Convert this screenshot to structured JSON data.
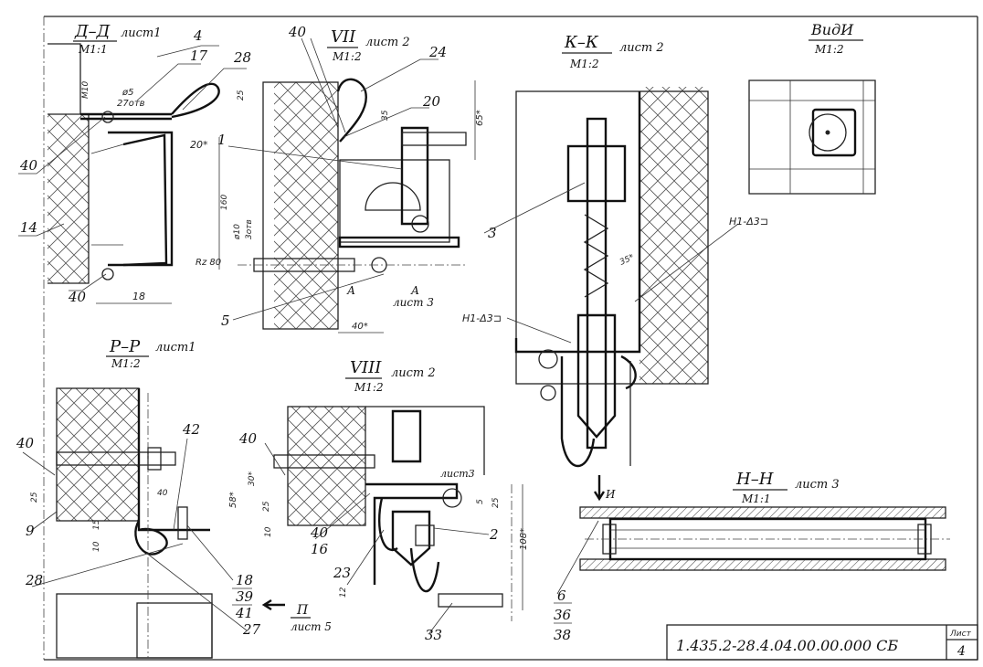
{
  "views": {
    "dd": {
      "title": "Д–Д",
      "sheet": "лист1",
      "scale": "М1:1"
    },
    "vii": {
      "title": "VII",
      "sheet": "лист 2",
      "scale": "М1:2"
    },
    "kk": {
      "title": "К–К",
      "sheet": "лист 2",
      "scale": "М1:2"
    },
    "vidI": {
      "title": "ВидИ",
      "scale": "М1:2"
    },
    "pp": {
      "title": "Р–Р",
      "sheet": "лист1",
      "scale": "М1:2"
    },
    "viii": {
      "title": "VIII",
      "sheet": "лист 2",
      "scale": "М1:2"
    },
    "hh": {
      "title": "Н–Н",
      "sheet": "лист 3",
      "scale": "М1:1"
    }
  },
  "parts": {
    "p4": "4",
    "p17": "17",
    "p28a": "28",
    "p40a": "40",
    "p14": "14",
    "p40b": "40",
    "p40c": "40",
    "p24": "24",
    "p20": "20",
    "p1": "1",
    "p5": "5",
    "p3": "3",
    "p40d": "40",
    "p9": "9",
    "p28b": "28",
    "p42": "42",
    "p18": "18",
    "p39": "39",
    "p41": "41",
    "p27": "27",
    "p40e": "40",
    "p40f": "40",
    "p16": "16",
    "p23": "23",
    "p2": "2",
    "p33": "33",
    "p6": "6",
    "p36": "36",
    "p38": "38"
  },
  "dims": {
    "d_m10": "М10",
    "d_phi5": "ø5",
    "d_27otv": "27отв",
    "d_20": "20*",
    "d_18": "18",
    "d_25": "25",
    "d_35": "35",
    "d_65": "65*",
    "d_160": "160",
    "d_phi10": "ø10",
    "d_3otv": "3отв",
    "d_rz80": "Rz 80",
    "d_40": "40*",
    "d_35b": "35*",
    "d_25b": "25",
    "d_15": "15",
    "d_10": "10",
    "d_40b": "40",
    "d_58": "58*",
    "d_30": "30*",
    "d_25c": "25",
    "d_10b": "10",
    "d_5": "5",
    "d_25d": "25",
    "d_108": "108*",
    "d_12": "12"
  },
  "notes": {
    "weld1": "Н1-Δ3⊐",
    "weld2": "Н1-Δ3⊐",
    "sectA": "А",
    "sectA_sheet": "лист 3",
    "sectA2": "А",
    "sheet3b": "лист3",
    "viewP": "П",
    "viewP_sheet": "лист 5",
    "arrowI": "И"
  },
  "titleblock": {
    "code": "1.435.2-28.4.04.00.00.000 СБ",
    "sheet_label": "Лист",
    "sheet_no": "4"
  }
}
